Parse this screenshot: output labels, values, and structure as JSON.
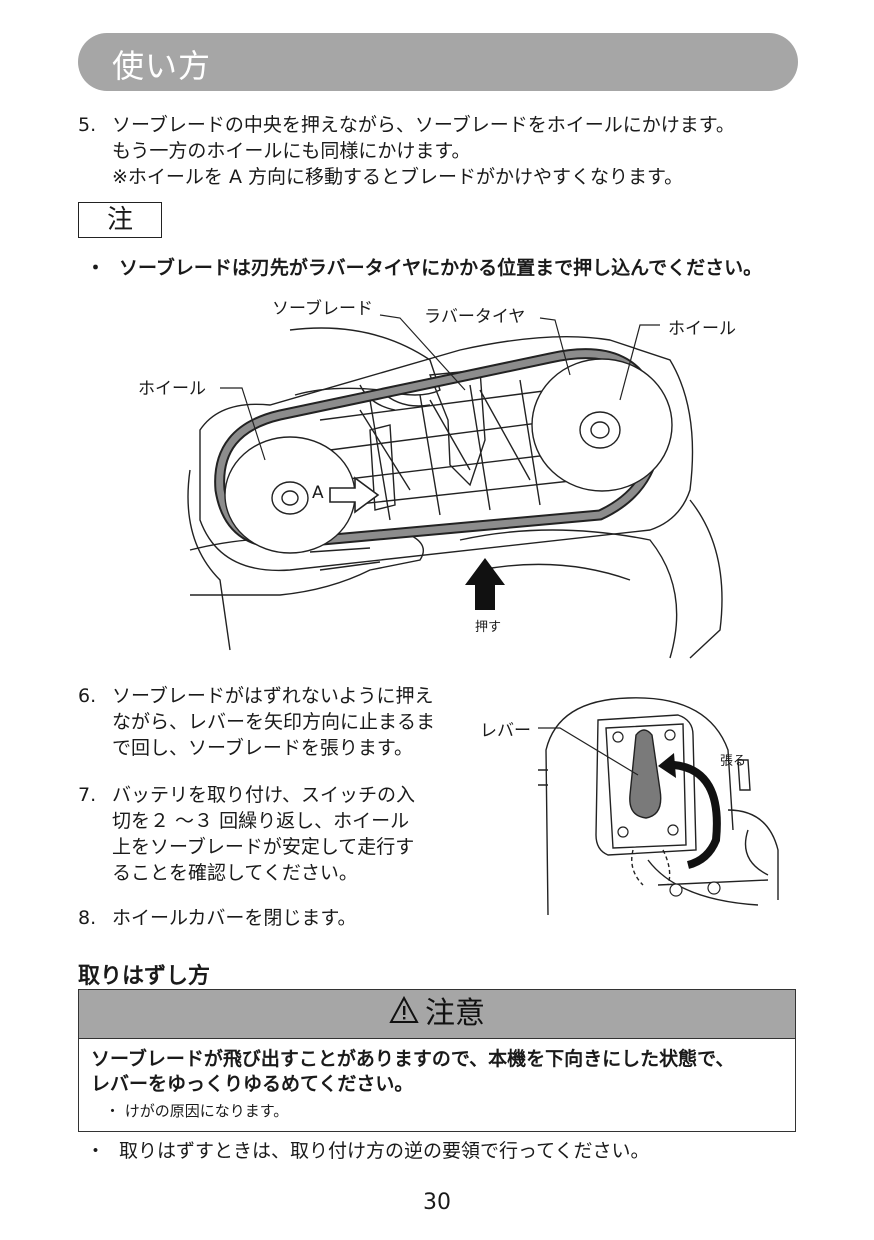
{
  "header": {
    "title": "使い方"
  },
  "steps": {
    "s5": {
      "num": "5.",
      "lines": [
        "ソーブレードの中央を押えながら、ソーブレードをホイールにかけます。",
        "もう一方のホイールにも同様にかけます。",
        "※ホイールを A 方向に移動するとブレードがかけやすくなります。"
      ]
    },
    "s6": {
      "num": "6.",
      "lines": [
        "ソーブレードがはずれないように押え",
        "ながら、レバーを矢印方向に止まるま",
        "で回し、ソーブレードを張ります。"
      ]
    },
    "s7": {
      "num": "7.",
      "lines": [
        "バッテリを取り付け、スイッチの入",
        "切を２ ～３ 回繰り返し、ホイール",
        "上をソーブレードが安定して走行す",
        "ることを確認してください。"
      ]
    },
    "s8": {
      "num": "8.",
      "lines": [
        "ホイールカバーを閉じます。"
      ]
    }
  },
  "note": {
    "label": "注",
    "bullet": "・",
    "text": "ソーブレードは刃先がラバータイヤにかかる位置まで押し込んでください。"
  },
  "figure1": {
    "callouts": {
      "saw_blade": "ソーブレード",
      "rubber_tire": "ラバータイヤ",
      "wheel_right": "ホイール",
      "wheel_left": "ホイール",
      "direction_a": "A",
      "push": "押す"
    }
  },
  "figure2": {
    "callouts": {
      "lever": "レバー",
      "tension": "張る"
    }
  },
  "removal": {
    "heading": "取りはずし方",
    "caution_title": "注意",
    "caution_lines": [
      "ソーブレードが飛び出すことがありますので、本機を下向きにした状態で、",
      "レバーをゆっくりゆるめてください。"
    ],
    "caution_sub": "・ けがの原因になります。",
    "bullet": "・",
    "tail": "取りはずすときは、取り付け方の逆の要領で行ってください。"
  },
  "page_number": "30",
  "colors": {
    "header_bg": "#a6a6a6",
    "caution_bg": "#a6a6a6",
    "tire": "#8c8c8c",
    "lever": "#7a7a7a"
  }
}
